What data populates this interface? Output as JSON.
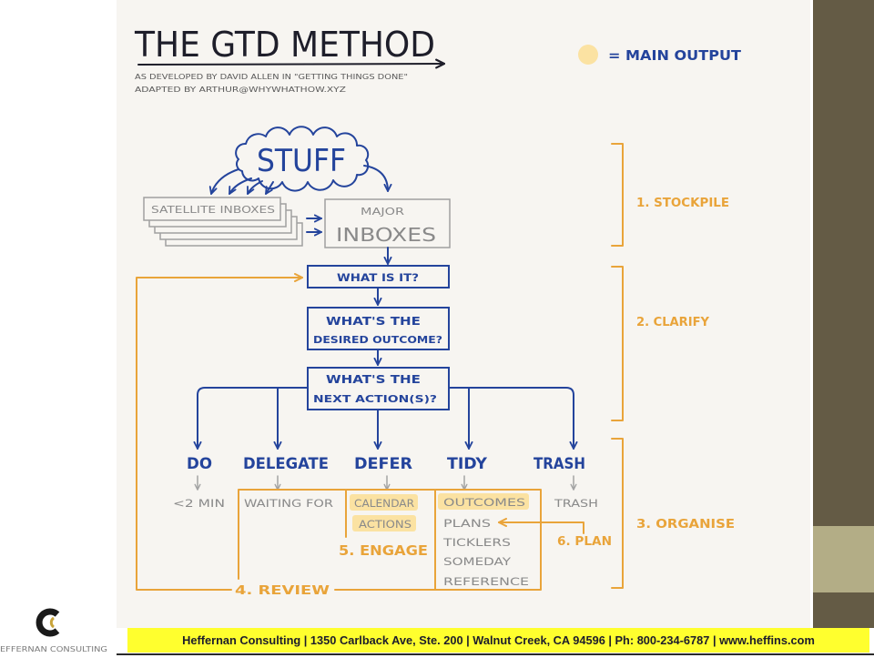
{
  "slide": {
    "title": "THE GTD METHOD",
    "subtitle_line1": "AS DEVELOPED BY DAVID ALLEN IN \"GETTING THINGS DONE\"",
    "subtitle_line2": "ADAPTED BY ARTHUR@WHYWHATHOW.XYZ",
    "legend": {
      "label": "= MAIN OUTPUT",
      "swatch": "main-output-swatch"
    }
  },
  "diagram": {
    "stuff": "STUFF",
    "satellite_inboxes": "SATELLITE INBOXES",
    "major_inboxes": {
      "line1": "MAJOR",
      "line2": "INBOXES"
    },
    "what_is_it": "WHAT IS IT?",
    "desired_outcome": {
      "line1": "WHAT'S THE",
      "line2": "DESIRED OUTCOME?"
    },
    "next_action": {
      "line1": "WHAT'S THE",
      "line2": "NEXT ACTION(S)?"
    },
    "decisions": [
      "DO",
      "DELEGATE",
      "DEFER",
      "TIDY",
      "TRASH"
    ],
    "outputs": {
      "do": "<2 MIN",
      "delegate": "WAITING FOR",
      "defer": [
        {
          "label": "CALENDAR",
          "main_output": true
        },
        {
          "label": "ACTIONS",
          "main_output": true
        }
      ],
      "tidy": [
        {
          "label": "OUTCOMES",
          "main_output": true
        },
        {
          "label": "PLANS",
          "main_output": false
        },
        {
          "label": "TICKLERS",
          "main_output": false
        },
        {
          "label": "SOMEDAY",
          "main_output": false
        },
        {
          "label": "REFERENCE",
          "main_output": false
        }
      ],
      "trash": "TRASH"
    },
    "loops": {
      "review": "4. REVIEW",
      "engage": "5. ENGAGE",
      "plan": "6. PLAN"
    },
    "phases": [
      "1. STOCKPILE",
      "2. CLARIFY",
      "3. ORGANISE"
    ]
  },
  "footer": {
    "text": "Heffernan Consulting | 1350 Carlback Ave, Ste. 200 | Walnut Creek, CA 94596 | Ph: 800-234-6787 | www.heffins.com"
  },
  "logo": {
    "icon": "c-logo-icon",
    "text": "EFFERNAN CONSULTING"
  },
  "colors": {
    "diagram_blue": "#24449c",
    "accent_orange": "#e9a43a",
    "output_gray": "#8a8a8a",
    "main_output_highlight": "#fbe2a2",
    "title_ink": "#1e1e2a",
    "panel_cream": "#f7f5f1",
    "footer_yellow": "#ffff2e",
    "side_band": "#645b45",
    "side_band_accent": "#b3ad86"
  }
}
